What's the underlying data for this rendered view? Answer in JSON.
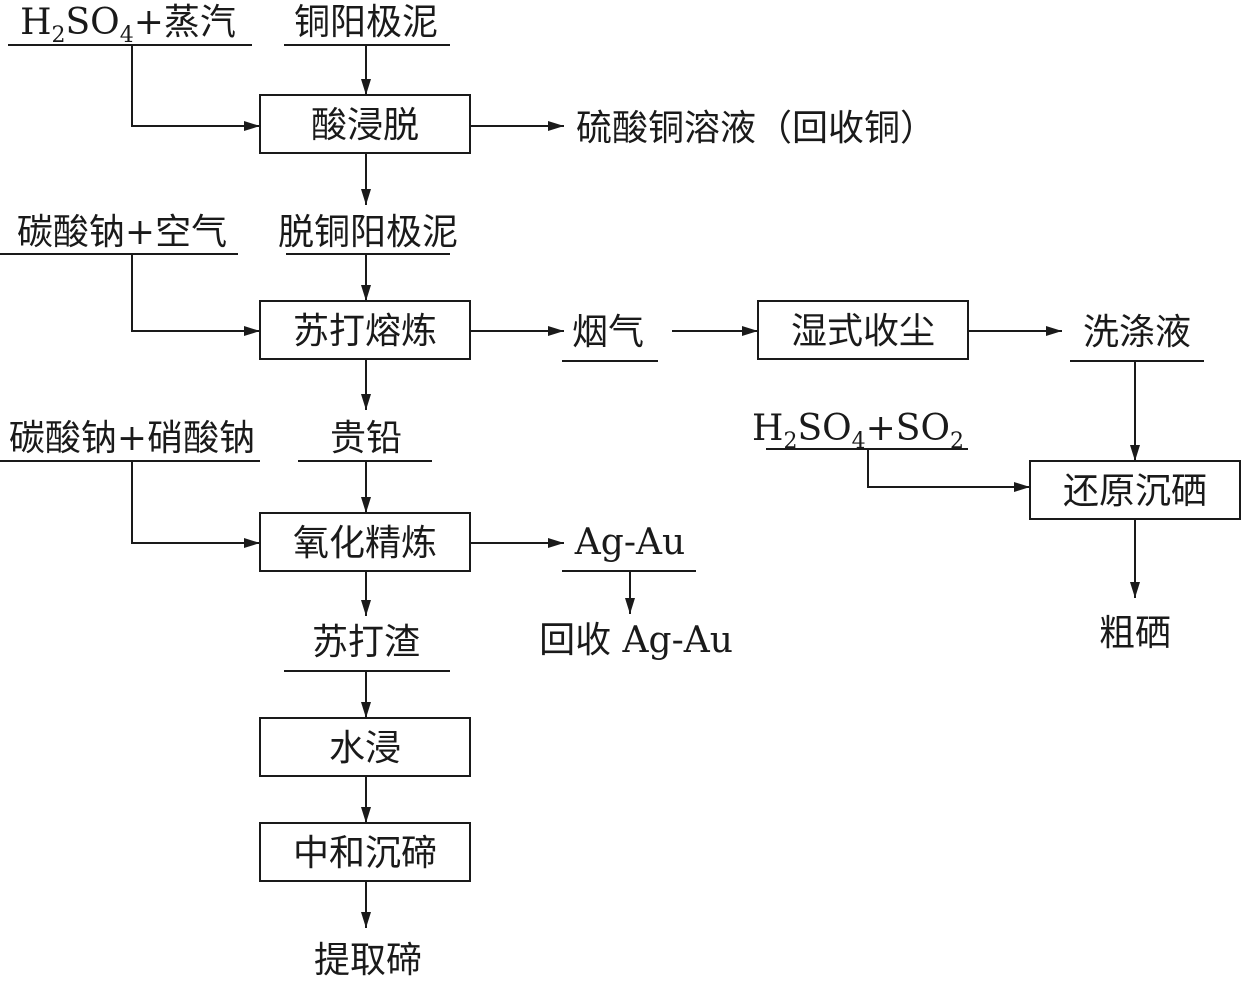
{
  "inputs": {
    "acid_steam": {
      "main1": "H",
      "sub1": "2",
      "main2": "SO",
      "sub2": "4",
      "main3": "+蒸汽"
    },
    "copper_slime": "铜阳极泥",
    "soda_air": "碳酸钠+空气",
    "decopper_slime": "脱铜阳极泥",
    "soda_nitrate": "碳酸钠+硝酸钠",
    "precious_lead": "贵铅",
    "acid_so2": {
      "main1": "H",
      "sub1": "2",
      "main2": "SO",
      "sub2": "4",
      "main3": "+SO",
      "sub3": "2"
    }
  },
  "processes": {
    "acid_leach": "酸浸脱",
    "soda_smelt": "苏打熔炼",
    "oxid_refine": "氧化精炼",
    "water_leach": "水浸",
    "neutral_te": "中和沉碲",
    "wet_dust": "湿式收尘",
    "reduce_se": "还原沉硒"
  },
  "outputs": {
    "cuso4": "硫酸铜溶液（回收铜）",
    "flue_gas": "烟气",
    "wash_liquid": "洗涤液",
    "ag_au": "Ag-Au",
    "recover_ag_au": "回收 Ag-Au",
    "soda_slag": "苏打渣",
    "extract_te": "提取碲",
    "crude_se": "粗硒"
  }
}
